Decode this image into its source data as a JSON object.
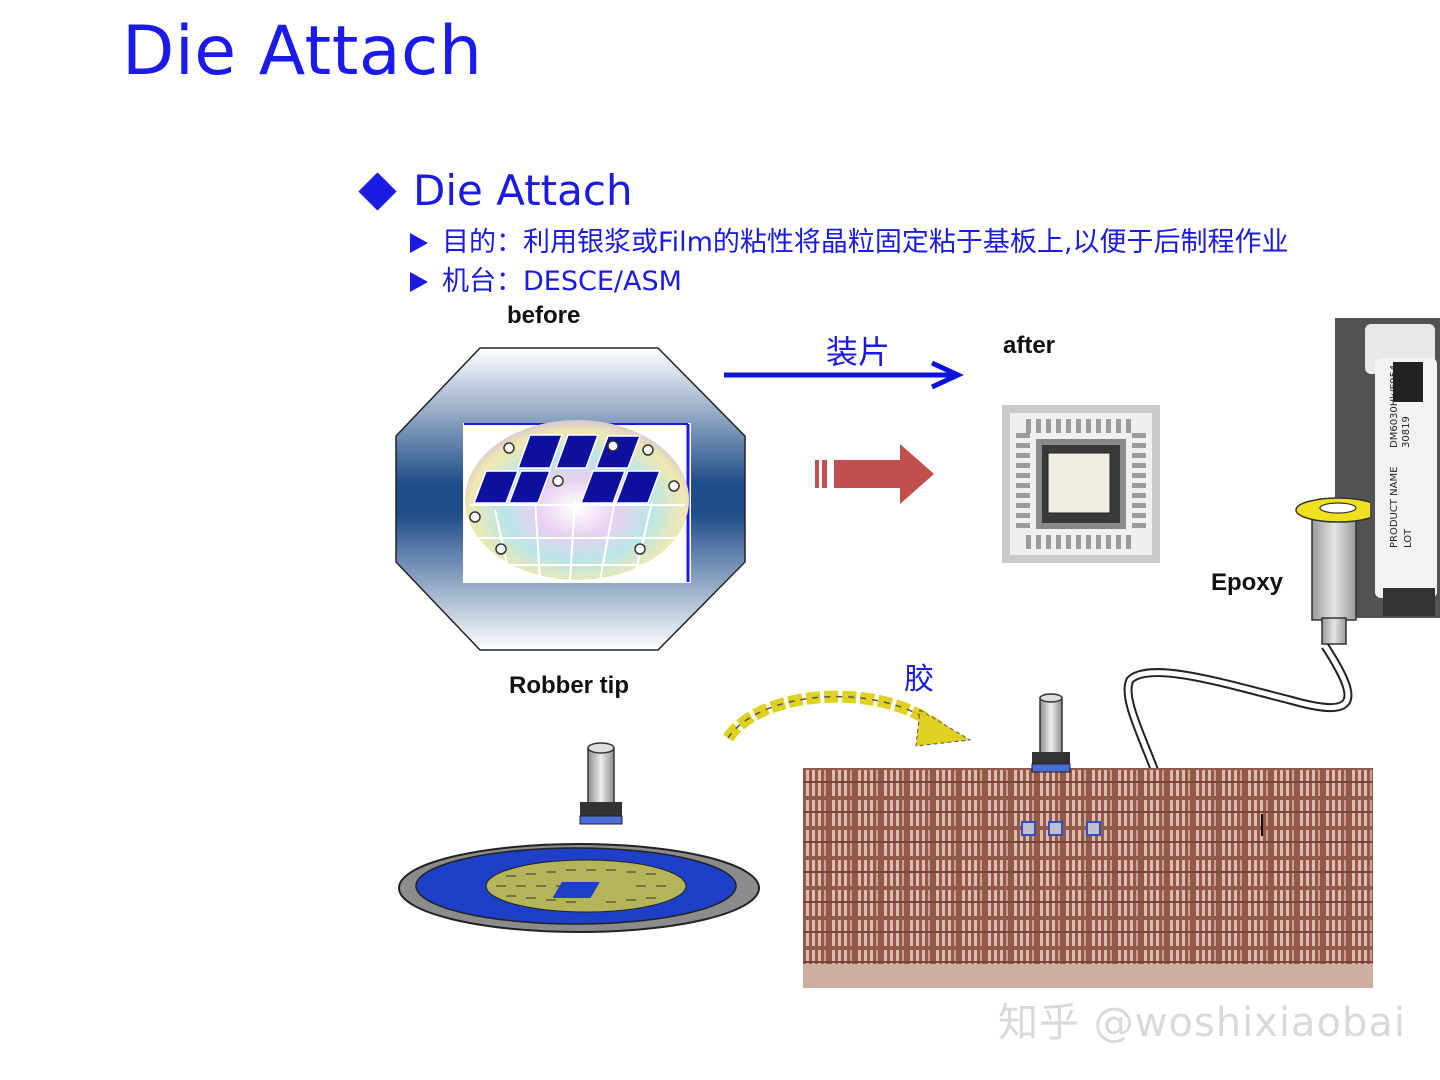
{
  "slide": {
    "title": "Die Attach",
    "heading": "Die Attach",
    "bullets": [
      "目的：利用银浆或Film的粘性将晶粒固定粘于基板上,以便于后制程作业",
      "机台：DESCE/ASM"
    ]
  },
  "figure": {
    "before_label": "before",
    "after_label": "after",
    "arrow_label": "装片",
    "robber_label": "Robber tip",
    "glue_label": "胶",
    "epoxy_label": "Epoxy",
    "syringe_label_lines": [
      "DM6030Hk/F954",
      "30819",
      "PRODUCT NAME",
      "LOT"
    ]
  },
  "watermark": "知乎 @woshixiaobai",
  "colors": {
    "title_blue": "#1a1aeb",
    "arrow_blue": "#0b14d8",
    "big_arrow_red": "#c0504d",
    "substrate_brown": "#8a4b3a",
    "wafer_blue": "#1e3fc8",
    "glue_yellow": "#e0d020"
  }
}
